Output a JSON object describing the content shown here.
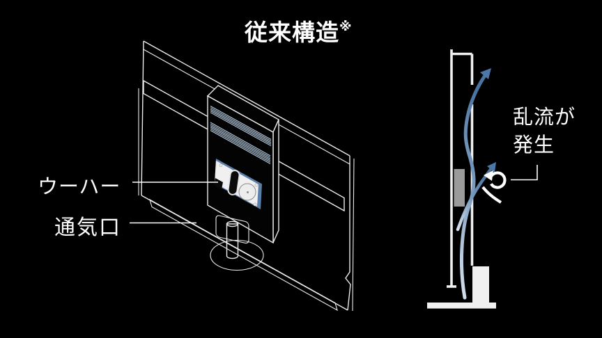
{
  "title": {
    "text": "従来構造",
    "note": "※"
  },
  "labels": {
    "woofer": "ウーハー",
    "vent": "通気口",
    "turbulence": [
      "乱流が",
      "発生"
    ]
  },
  "colors": {
    "background": "#000000",
    "line_white": "#ededed",
    "accent_blue": "#4d77a6",
    "accent_blue_light": "#cfdcea",
    "hatch_blue": "#b9cfe4",
    "strip_dark_blue": "#3c5a7d",
    "woofer_gray": "#9b9b9b",
    "panel_white": "#f0f0f0"
  },
  "icons": {
    "airflow_arrow": "curved-upward-arrow",
    "turbulence_swirl": "circular-vortex-arrow"
  }
}
